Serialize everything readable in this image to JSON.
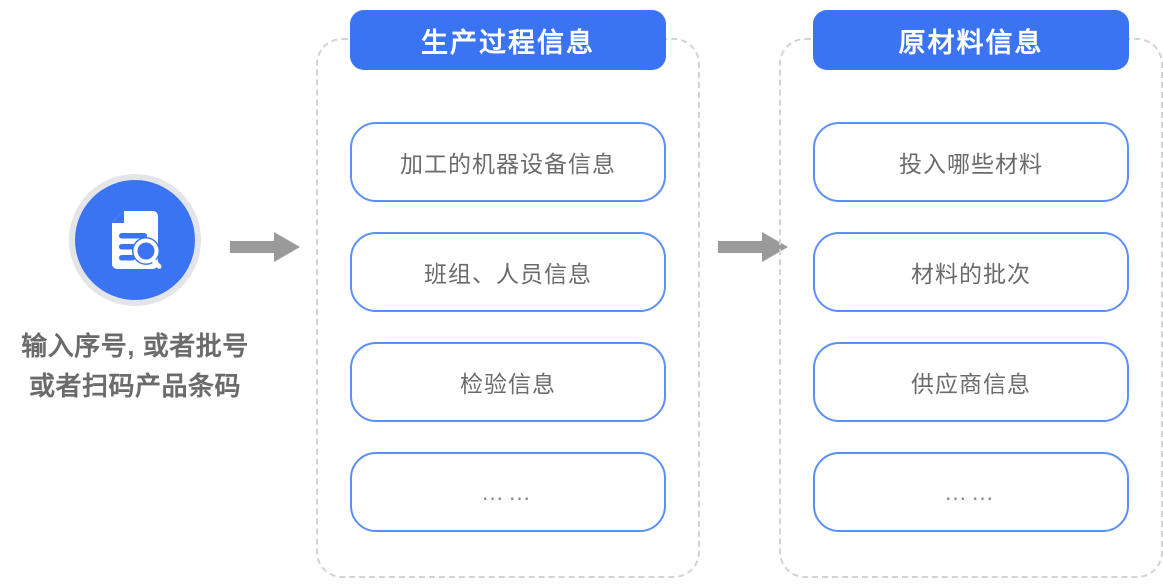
{
  "input": {
    "icon": "document-search-icon",
    "caption_line_1": "输入序号, 或者批号",
    "caption_line_2": "或者扫码产品条码"
  },
  "arrows": {
    "first": "arrow-right-icon",
    "second": "arrow-right-icon"
  },
  "groups": [
    {
      "header": "生产过程信息",
      "items": [
        "加工的机器设备信息",
        "班组、人员信息",
        "检验信息",
        "……"
      ]
    },
    {
      "header": "原材料信息",
      "items": [
        "投入哪些材料",
        "材料的批次",
        "供应商信息",
        "……"
      ]
    }
  ],
  "colors": {
    "brand_blue": "#3b74f2",
    "box_border_blue": "#5b8ff9",
    "text_gray": "#6b6b6b",
    "arrow_gray": "#9a9a9a",
    "dashed_gray": "#d3d3d3",
    "ring_gray": "#e3e5e8"
  }
}
